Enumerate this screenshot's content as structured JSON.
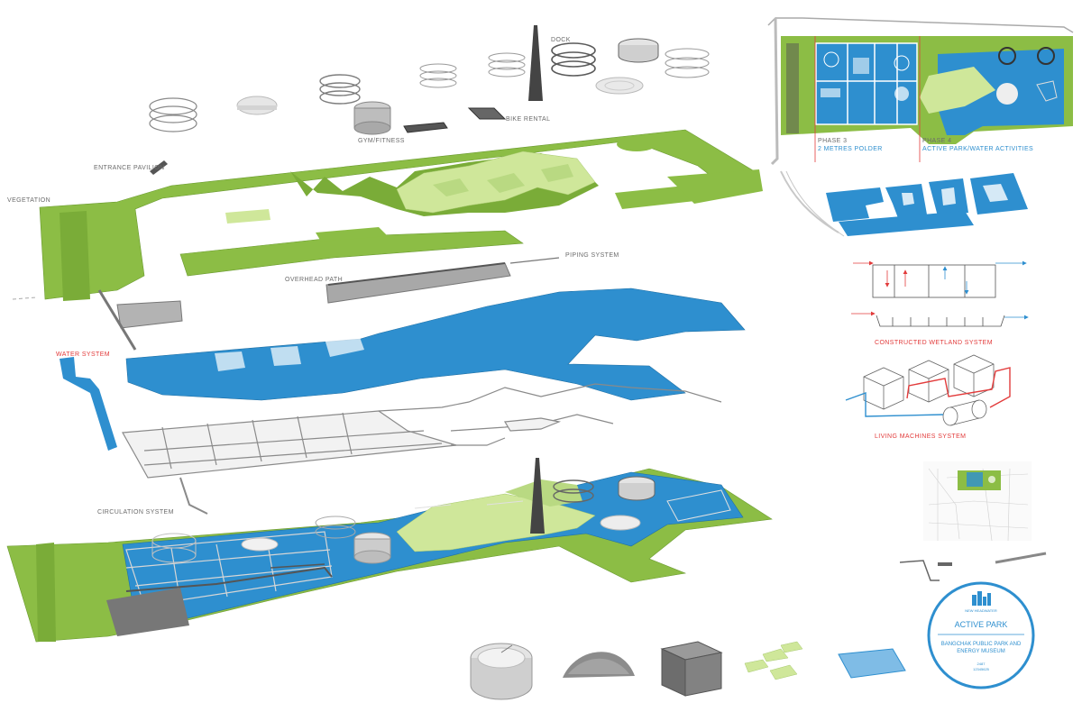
{
  "labels": {
    "dock": "DOCK",
    "bike_rental": "BIKE RENTAL",
    "gym_fitness": "GYM/FITNESS",
    "entrance_pavilion": "ENTRANCE PAVILION",
    "vegetation": "VEGETATION",
    "overhead_path": "OVERHEAD PATH",
    "piping_system": "PIPING SYSTEM",
    "water_system": "WATER SYSTEM",
    "circulation_system": "CIRCULATION SYSTEM"
  },
  "site_plan": {
    "phase3_line1": "PHASE 3",
    "phase3_line2": "2 METRES POLDER",
    "phase4_line1": "PHASE 4",
    "phase4_line2": "ACTIVE PARK/WATER ACTIVITIES"
  },
  "systems": {
    "constructed_wetland": "CONSTRUCTED WETLAND SYSTEM",
    "living_machines": "LIVING MACHINES SYSTEM"
  },
  "badge": {
    "logo_text": "NEW HEADWATER",
    "title": "ACTIVE PARK",
    "subtitle_line1": "BANGCHAK PUBLIC PARK AND",
    "subtitle_line2": "ENERGY MUSEUM",
    "small_line1": "2487",
    "small_line2": "12345625"
  },
  "colors": {
    "vegetation_green": "#8cbd45",
    "light_green": "#cfe79a",
    "water_blue": "#2e8fcf",
    "pipe_red": "#e23b3b",
    "structure_grey": "#9a9a9a"
  }
}
